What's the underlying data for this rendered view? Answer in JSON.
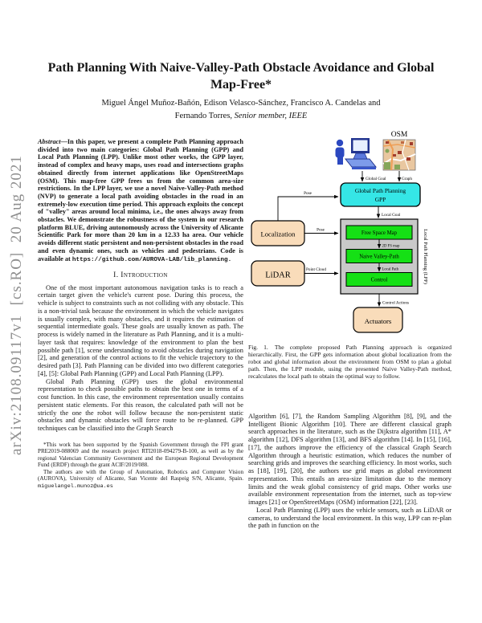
{
  "arxiv_banner": "arXiv:2108.09117v1  [cs.RO]  20 Aug 2021",
  "title": "Path Planning With Naive-Valley-Path Obstacle Avoidance and Global Map-Free*",
  "authors": {
    "line1": "Miguel Ángel Muñoz-Bañón, Edison Velasco-Sánchez, Francisco A. Candelas and",
    "line2_name": "Fernando Torres, ",
    "line2_role": "Senior member, IEEE"
  },
  "abstract": {
    "label": "Abstract",
    "text": "—In this paper, we present a complete Path Planning approach divided into two main categories: Global Path Planning (GPP) and Local Path Planning (LPP). Unlike most other works, the GPP layer, instead of complex and heavy maps, uses road and intersections graphs obtained directly from internet applications like OpenStreetMaps (OSM). This map-free GPP frees us from the common area-size restrictions. In the LPP layer, we use a novel Naive-Valley-Path method (NVP) to generate a local path avoiding obstacles in the road in an extremely-low execution time period. This approach exploits the concept of \"valley\" areas around local minima, i.e., the ones always away from obstacles. We demonstrate the robustness of the system in our research platform BLUE, driving autonomously across the University of Alicante Scientific Park for more than 20 km in a 12.33 ha area. Our vehicle avoids different static persistent and non-persistent obstacles in the road and even dynamic ones, such as vehicles and pedestrians. Code is available at ",
    "url": "https://github.com/AUROVA-LAB/lib_planning."
  },
  "section1": {
    "heading": "I. Introduction"
  },
  "left_column": {
    "para1": "One of the most important autonomous navigation tasks is to reach a certain target given the vehicle's current pose. During this process, the vehicle is subject to constraints such as not colliding with any obstacle. This is a non-trivial task because the environment in which the vehicle navigates is usually complex, with many obstacles, and it requires the estimation of sequential intermediate goals. These goals are usually known as path. The process is widely named in the literature as Path Planning, and it is a multi-layer task that requires: knowledge of the environment to plan the best possible path [1], scene understanding to avoid obstacles during navigation [2], and generation of the control actions to fit the vehicle trajectory to the desired path [3]. Path Planning can be divided into two different categories [4], [5]: Global Path Planning (GPP) and Local Path Planning (LPP).",
    "para2": "Global Path Planning (GPP) uses the global environmental representation to check possible paths to obtain the best one in terms of a cost function. In this case, the environment representation usually contains persistent static elements. For this reason, the calculated path will not be strictly the one the robot will follow because the non-persistent static obstacles and dynamic obstacles will force route to be re-planned. GPP techniques can be classified into the Graph Search"
  },
  "footnote": {
    "thanks": "*This work has been supported by the Spanish Government through the FPI grant PRE2019-088069 and the research project RTI2018-094279-B-100, as well as by the regional Valencian Community Government and the European Regional Development Fund (ERDF) through the grant ACIF/2019/088.",
    "affiliation": "The authors are with the Group of Automation, Robotics and Computer Vision (AUROVA), University of Alicante, San Vicente del Raspeig S/N, Alicante, Spain. ",
    "email": "miguelangel.munoz@ua.es"
  },
  "figure": {
    "nodes": {
      "osm": "OSM",
      "gpp_title": "Global Path Planning",
      "gpp_acronym": "GPP",
      "localization": "Localization",
      "lidar": "LiDAR",
      "free_space_map": "Free Space Map",
      "naive_valley_path": "Naive Valley-Path",
      "control": "Control",
      "actuators": "Actuators",
      "lpp_sidebar": "Local Path Planning (LPP)"
    },
    "edges": {
      "global_goal": "Global Goal",
      "graph": "Graph",
      "pose_top": "Pose",
      "pose": "Pose",
      "local_goal": "Local Goal",
      "fs_map_2d": "2D FS map",
      "local_path": "Local Path",
      "point_cloud": "Point Cloud",
      "control_actions": "Control Actions"
    },
    "colors": {
      "gpp_box": "#35e6e6",
      "lpp_background": "#c9c9c9",
      "module_green": "#15e015",
      "io_tan": "#f9dcba"
    },
    "caption_tag": "Fig. 1.",
    "caption": "The complete proposed Path Planning approach is organized hierarchically. First, the GPP gets information about global localization from the robot and global information about the environment from OSM to plan a global path. Then, the LPP module, using the presented Naive Valley-Path method, recalculates the local path to obtain the optimal way to follow."
  },
  "right_column": {
    "para1": "Algorithm [6], [7], the Random Sampling Algorithm [8], [9], and the Intelligent Bionic Algorithm [10]. There are different classical graph search approaches in the literature, such as the Dijkstra algorithm [11], A* algorithm [12], DFS algorithm [13], and BFS algorithm [14]. In [15], [16], [17], the authors improve the efficiency of the classical Graph Search Algorithm through a heuristic estimation, which reduces the number of searching grids and improves the searching efficiency. In most works, such as [18], [19], [20], the authors use grid maps as global environment representation. This entails an area-size limitation due to the memory limits and the weak global consistency of grid maps. Other works use available environment representation from the internet, such as top-view images [21] or OpenStreetMaps (OSM) information [22], [23].",
    "para2": "Local Path Planning (LPP) uses the vehicle sensors, such as LiDAR or cameras, to understand the local environment. In this way, LPP can re-plan the path in function on the"
  }
}
